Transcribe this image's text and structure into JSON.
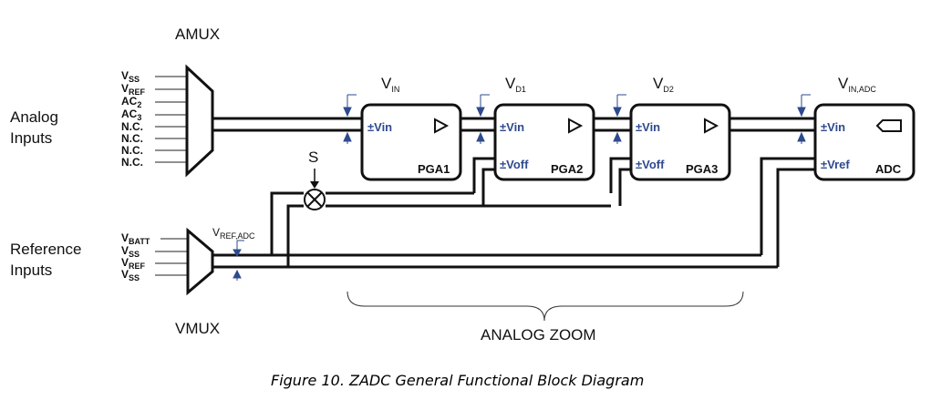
{
  "amux": {
    "title": "AMUX"
  },
  "vmux": {
    "title": "VMUX"
  },
  "analog_inputs": {
    "label_line1": "Analog",
    "label_line2": "Inputs",
    "pins": [
      {
        "main": "V",
        "sub": "SS"
      },
      {
        "main": "V",
        "sub": "REF"
      },
      {
        "main": "AC",
        "sub": "2"
      },
      {
        "main": "AC",
        "sub": "3"
      },
      {
        "main": "N.C.",
        "sub": ""
      },
      {
        "main": "N.C.",
        "sub": ""
      },
      {
        "main": "N.C.",
        "sub": ""
      },
      {
        "main": "N.C.",
        "sub": ""
      }
    ]
  },
  "reference_inputs": {
    "label_line1": "Reference",
    "label_line2": "Inputs",
    "pins": [
      {
        "main": "V",
        "sub": "BATT"
      },
      {
        "main": "V",
        "sub": "SS"
      },
      {
        "main": "V",
        "sub": "REF"
      },
      {
        "main": "V",
        "sub": "SS"
      }
    ]
  },
  "voltages": {
    "vin": {
      "main": "V",
      "sub": "IN"
    },
    "vd1": {
      "main": "V",
      "sub": "D1"
    },
    "vd2": {
      "main": "V",
      "sub": "D2"
    },
    "vin_adc": {
      "main": "V",
      "sub": "IN,ADC"
    },
    "vref_adc": {
      "main": "V",
      "sub": "REF,ADC"
    }
  },
  "switch": {
    "label": "S"
  },
  "blocks": {
    "pga1": {
      "name": "PGA1",
      "in1": "±Vin"
    },
    "pga2": {
      "name": "PGA2",
      "in1": "±Vin",
      "in2": "±Voff"
    },
    "pga3": {
      "name": "PGA3",
      "in1": "±Vin",
      "in2": "±Voff"
    },
    "adc": {
      "name": "ADC",
      "in1": "±Vin",
      "in2": "±Vref"
    }
  },
  "analog_zoom": {
    "label": "ANALOG ZOOM"
  },
  "caption": "Figure 10. ZADC General Functional Block Diagram"
}
